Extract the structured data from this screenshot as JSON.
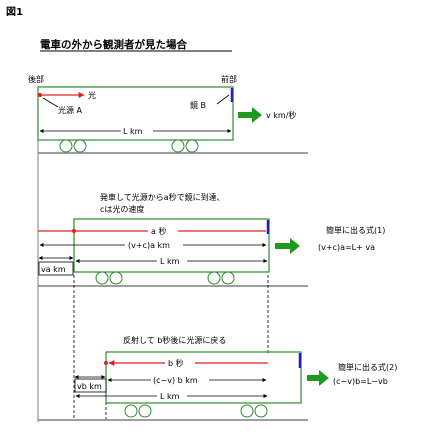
{
  "figure_label": "図1",
  "heading": "電車の外から観測者が見た場合",
  "top": {
    "rear_label": "後部",
    "front_label": "前部",
    "light_label": "光",
    "source_label": "光源 A",
    "mirror_label": "鏡 B",
    "velocity_label": "v km/秒",
    "length_label": "L km"
  },
  "middle": {
    "caption_line1": "発車して光源からa秒で鏡に到達、",
    "caption_line2": "cは光の速度",
    "time_label": "a 秒",
    "light_dist_label": "(v+c)a km",
    "length_label": "L km",
    "shift_label": "va km",
    "eq_title": "簡単に出る式(1)",
    "eq": "(v+c)a=L+ va"
  },
  "bottom": {
    "caption": "反射して b秒後に光源に戻る",
    "time_label": "b 秒",
    "light_dist_label": "(c−v) b km",
    "length_label": "L km",
    "shift_label": "vb km",
    "eq_title": "簡単に出る式(2)",
    "eq": "(c−v)b=L−vb"
  },
  "colors": {
    "train": "#2e8b2e",
    "light": "#e0201c",
    "mirror": "#1c1cc8",
    "arrow": "#1f9a1f",
    "line": "#7f7f7f"
  }
}
